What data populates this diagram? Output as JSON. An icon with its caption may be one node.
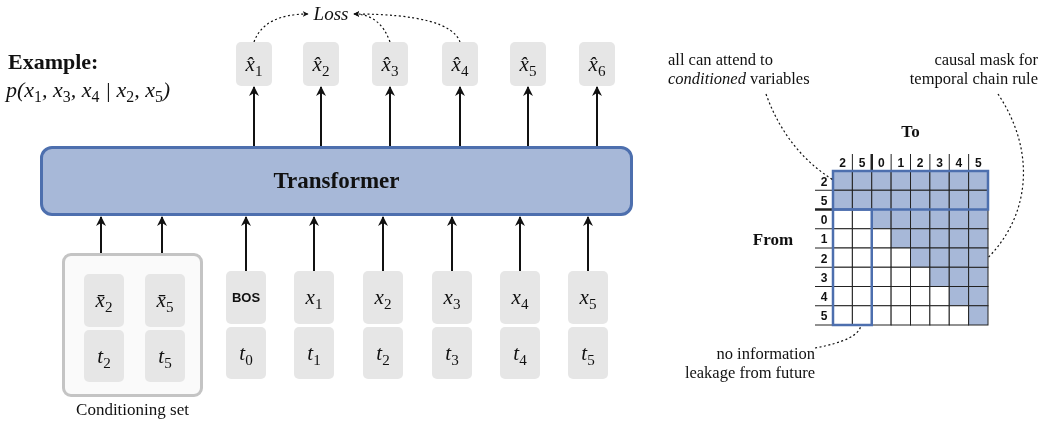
{
  "diagram": {
    "nodes": [
      {
        "text": [
          "Transformer"
        ]
      },
      {
        "text": [
          "x̂$_{1}$"
        ]
      },
      {
        "text": [
          "x̂$_{2}$"
        ]
      },
      {
        "text": [
          "x̂$_{3}$"
        ]
      },
      {
        "text": [
          "x̂$_{4}$"
        ]
      },
      {
        "text": [
          "x̂$_{5}$"
        ]
      },
      {
        "text": [
          "x̂$_{6}$"
        ]
      },
      {
        "text": [
          "Loss"
        ]
      },
      {
        "text": [],
        "shape": "box",
        "beside": [
          "Conditioning set"
        ]
      },
      {
        "text": [
          "x̄$_{2}$"
        ],
        "in": 8
      },
      {
        "text": [
          "t$_{2}$"
        ],
        "in": 8
      },
      {
        "text": [
          "x̄$_{5}$"
        ],
        "in": 8
      },
      {
        "text": [
          "t$_{5}$"
        ],
        "in": 8
      },
      {
        "text": [
          "BOS"
        ]
      },
      {
        "text": [
          "t$_{0}$"
        ]
      },
      {
        "text": [
          "x$_{1}$"
        ]
      },
      {
        "text": [
          "t$_{1}$"
        ]
      },
      {
        "text": [
          "x$_{2}$"
        ]
      },
      {
        "text": [
          "t$_{2}$"
        ]
      },
      {
        "text": [
          "x$_{3}$"
        ]
      },
      {
        "text": [
          "t$_{3}$"
        ]
      },
      {
        "text": [
          "x$_{4}$"
        ]
      },
      {
        "text": [
          "t$_{4}$"
        ]
      },
      {
        "text": [
          "x$_{5}$"
        ]
      },
      {
        "text": [
          "t$_{5}$"
        ]
      },
      {
        "text": [
          "all can attend to *conditioned* variables"
        ]
      },
      {
        "text": [
          "causal mask for temporal chain rule"
        ]
      },
      {
        "text": [
          "no information leakage from future"
        ]
      },
      {
        "text": [],
        "shape": "box"
      },
      {
        "text": [],
        "shape": "box"
      },
      {
        "text": [],
        "shape": "box"
      }
    ],
    "edges": [
      {
        "from": 0,
        "to": 1,
        "arrow": "to"
      },
      {
        "from": 0,
        "to": 2,
        "arrow": "to"
      },
      {
        "from": 0,
        "to": 3,
        "arrow": "to"
      },
      {
        "from": 0,
        "to": 4,
        "arrow": "to"
      },
      {
        "from": 0,
        "to": 5,
        "arrow": "to"
      },
      {
        "from": 0,
        "to": 6,
        "arrow": "to"
      },
      {
        "from": 9,
        "to": 0,
        "arrow": "to"
      },
      {
        "from": 11,
        "to": 0,
        "arrow": "to"
      },
      {
        "from": 13,
        "to": 0,
        "arrow": "to"
      },
      {
        "from": 15,
        "to": 0,
        "arrow": "to"
      },
      {
        "from": 17,
        "to": 0,
        "arrow": "to"
      },
      {
        "from": 19,
        "to": 0,
        "arrow": "to"
      },
      {
        "from": 21,
        "to": 0,
        "arrow": "to"
      },
      {
        "from": 23,
        "to": 0,
        "arrow": "to"
      },
      {
        "from": 1,
        "to": 7,
        "arrow": "to",
        "style": "dashed"
      },
      {
        "from": 3,
        "to": 7,
        "arrow": "to",
        "style": "dashed"
      },
      {
        "from": 4,
        "to": 7,
        "arrow": "to",
        "style": "dashed"
      },
      {
        "from": 25,
        "to": 28,
        "arrow": "none",
        "style": "dashed"
      },
      {
        "from": 26,
        "to": 29,
        "arrow": "none",
        "style": "dashed"
      },
      {
        "from": 27,
        "to": 30,
        "arrow": "none",
        "style": "dashed"
      }
    ],
    "labels": [
      "Example:",
      "p(x$_{1}$, x$_{3}$, x$_{4}$ | x$_{2}$, x$_{5}$)",
      "To",
      "2",
      "5",
      "0",
      "1",
      "2",
      "3",
      "4",
      "5",
      "2",
      "5",
      "0",
      "1",
      "2",
      "3",
      "4",
      "5",
      "From"
    ]
  }
}
